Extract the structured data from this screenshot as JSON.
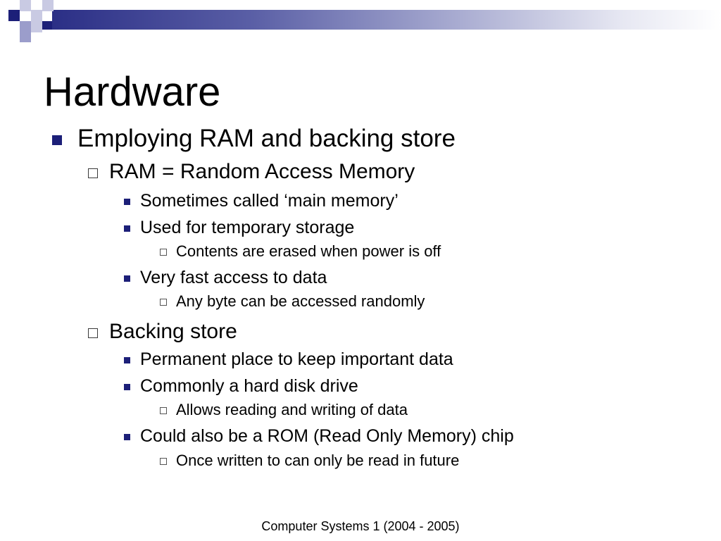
{
  "slide": {
    "title": "Hardware",
    "footer": "Computer Systems 1 (2004 - 2005)",
    "colors": {
      "accent": "#1c1f78",
      "gradient_start": "#2b2f86",
      "text": "#000000",
      "background": "#ffffff"
    },
    "bullets": [
      {
        "level": 1,
        "marker": "filled-square",
        "text": "Employing RAM and backing store"
      },
      {
        "level": 2,
        "marker": "hollow-square",
        "text": "RAM = Random Access Memory"
      },
      {
        "level": 3,
        "marker": "filled-square",
        "text": "Sometimes called ‘main memory’"
      },
      {
        "level": 3,
        "marker": "filled-square",
        "text": "Used for temporary storage"
      },
      {
        "level": 4,
        "marker": "hollow-square",
        "text": "Contents are erased when power is off"
      },
      {
        "level": 3,
        "marker": "filled-square",
        "text": "Very fast access to data"
      },
      {
        "level": 4,
        "marker": "hollow-square",
        "text": "Any byte can be accessed randomly"
      },
      {
        "level": 2,
        "marker": "hollow-square",
        "text": "Backing store"
      },
      {
        "level": 3,
        "marker": "filled-square",
        "text": "Permanent place to keep important data"
      },
      {
        "level": 3,
        "marker": "filled-square",
        "text": "Commonly a hard disk drive"
      },
      {
        "level": 4,
        "marker": "hollow-square",
        "text": "Allows reading and writing of data"
      },
      {
        "level": 3,
        "marker": "filled-square",
        "text": "Could also be a ROM (Read Only Memory) chip"
      },
      {
        "level": 4,
        "marker": "hollow-square",
        "text": "Once written to can only be read in future"
      }
    ]
  }
}
